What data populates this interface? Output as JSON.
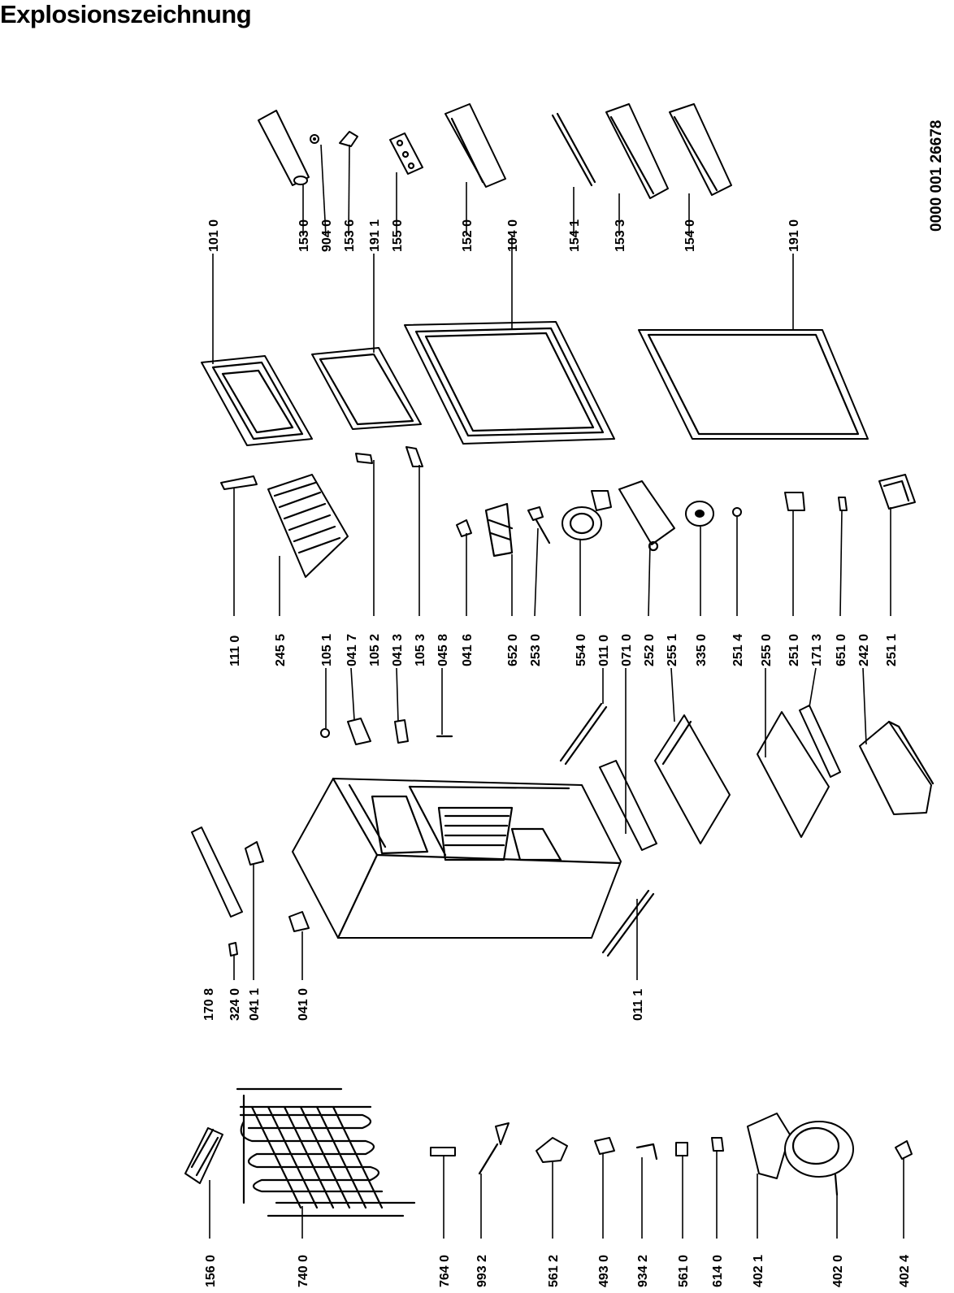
{
  "title": "Explosionszeichnung",
  "document_number": "0000 001 26678",
  "labels": [
    "101 0",
    "153 0",
    "904 0",
    "153 6",
    "191 1",
    "155 0",
    "152 0",
    "104 0",
    "154 1",
    "153 3",
    "154 0",
    "191 0",
    "111 0",
    "245 5",
    "105 1",
    "041 7",
    "105 2",
    "041 3",
    "105 3",
    "045 8",
    "041 6",
    "652 0",
    "253 0",
    "554 0",
    "011 0",
    "071 0",
    "252 0",
    "255 1",
    "335 0",
    "251 4",
    "255 0",
    "251 0",
    "171 3",
    "651 0",
    "242 0",
    "251 1",
    "170 8",
    "324 0",
    "041 1",
    "041 0",
    "011 1",
    "156 0",
    "740 0",
    "764 0",
    "993 2",
    "561 2",
    "493 0",
    "934 2",
    "561 0",
    "614 0",
    "402 1",
    "402 0",
    "402 4"
  ]
}
